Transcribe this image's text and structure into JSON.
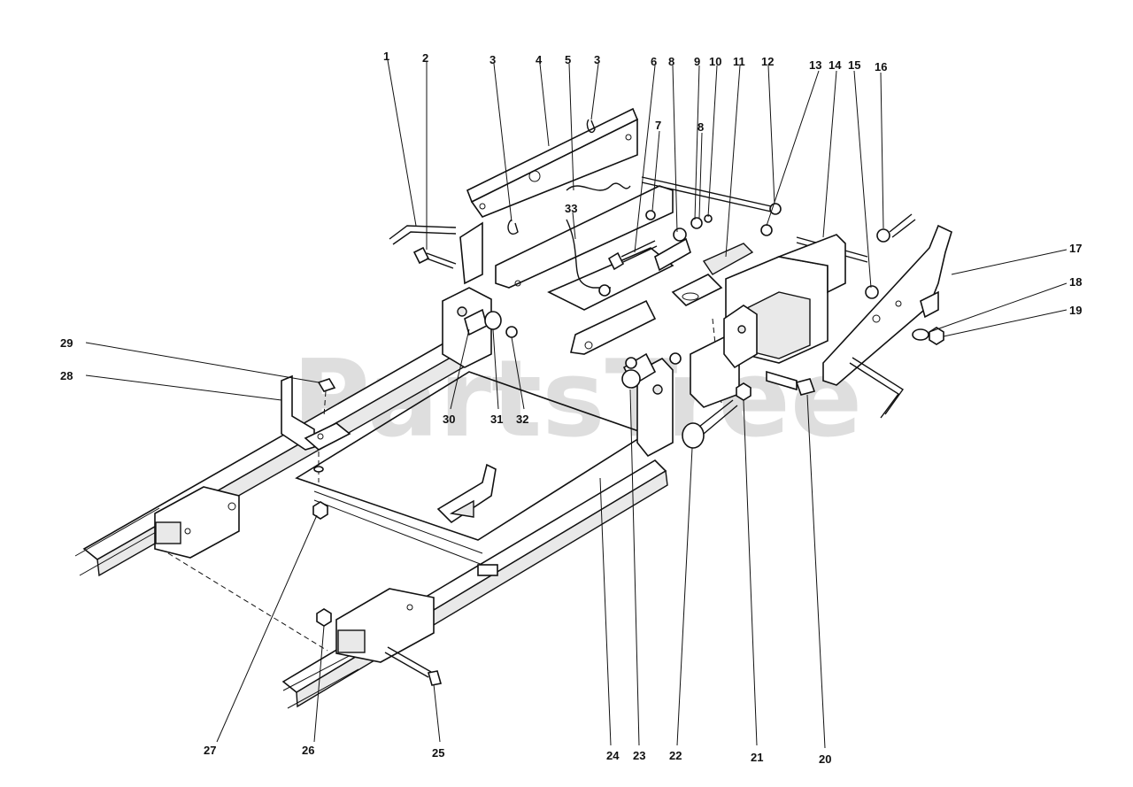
{
  "watermark": "PartsTree",
  "callouts": [
    {
      "id": "c1",
      "text": "1"
    },
    {
      "id": "c2",
      "text": "2"
    },
    {
      "id": "c3a",
      "text": "3"
    },
    {
      "id": "c4",
      "text": "4"
    },
    {
      "id": "c5",
      "text": "5"
    },
    {
      "id": "c3b",
      "text": "3"
    },
    {
      "id": "c6",
      "text": "6"
    },
    {
      "id": "c8a",
      "text": "8"
    },
    {
      "id": "c9",
      "text": "9"
    },
    {
      "id": "c10",
      "text": "10"
    },
    {
      "id": "c11",
      "text": "11"
    },
    {
      "id": "c12",
      "text": "12"
    },
    {
      "id": "c13",
      "text": "13"
    },
    {
      "id": "c14",
      "text": "14"
    },
    {
      "id": "c15",
      "text": "15"
    },
    {
      "id": "c16",
      "text": "16"
    },
    {
      "id": "c7",
      "text": "7"
    },
    {
      "id": "c8b",
      "text": "8"
    },
    {
      "id": "c33",
      "text": "33"
    },
    {
      "id": "c17",
      "text": "17"
    },
    {
      "id": "c18",
      "text": "18"
    },
    {
      "id": "c19",
      "text": "19"
    },
    {
      "id": "c29",
      "text": "29"
    },
    {
      "id": "c28",
      "text": "28"
    },
    {
      "id": "c30",
      "text": "30"
    },
    {
      "id": "c31",
      "text": "31"
    },
    {
      "id": "c32",
      "text": "32"
    },
    {
      "id": "c27",
      "text": "27"
    },
    {
      "id": "c26",
      "text": "26"
    },
    {
      "id": "c25",
      "text": "25"
    },
    {
      "id": "c24",
      "text": "24"
    },
    {
      "id": "c23",
      "text": "23"
    },
    {
      "id": "c22",
      "text": "22"
    },
    {
      "id": "c21",
      "text": "21"
    },
    {
      "id": "c20",
      "text": "20"
    }
  ]
}
